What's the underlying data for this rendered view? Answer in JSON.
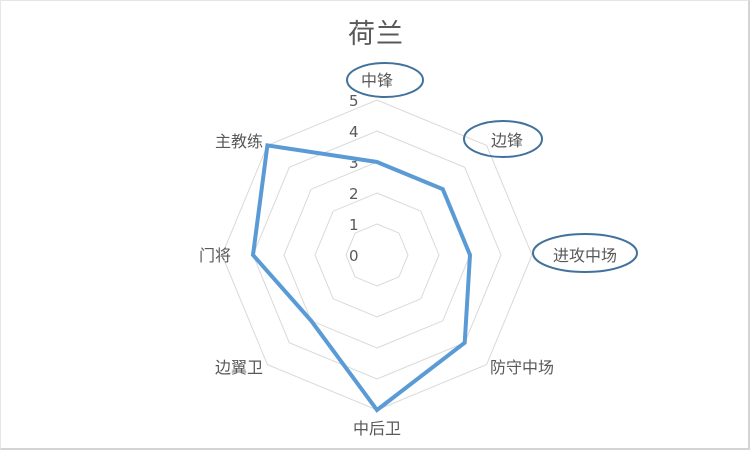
{
  "chart_data": {
    "type": "radar",
    "title": "荷兰",
    "categories": [
      "中锋",
      "边锋",
      "进攻中场",
      "防守中场",
      "中后卫",
      "边翼卫",
      "门将",
      "主教练"
    ],
    "series": [
      {
        "name": "荷兰",
        "values": [
          3,
          3,
          3,
          4,
          5,
          3,
          4,
          5
        ],
        "color": "#5b9bd5"
      }
    ],
    "rlim": [
      0,
      5
    ],
    "r_ticks": [
      "0",
      "1",
      "2",
      "3",
      "4",
      "5"
    ],
    "grid": true,
    "grid_color": "#d9d9d9",
    "legend": "none",
    "annotations": [
      {
        "type": "ellipse",
        "target": "中锋",
        "color": "#41719c"
      },
      {
        "type": "ellipse",
        "target": "边锋",
        "color": "#41719c"
      },
      {
        "type": "ellipse",
        "target": "进攻中场",
        "color": "#41719c"
      }
    ]
  }
}
